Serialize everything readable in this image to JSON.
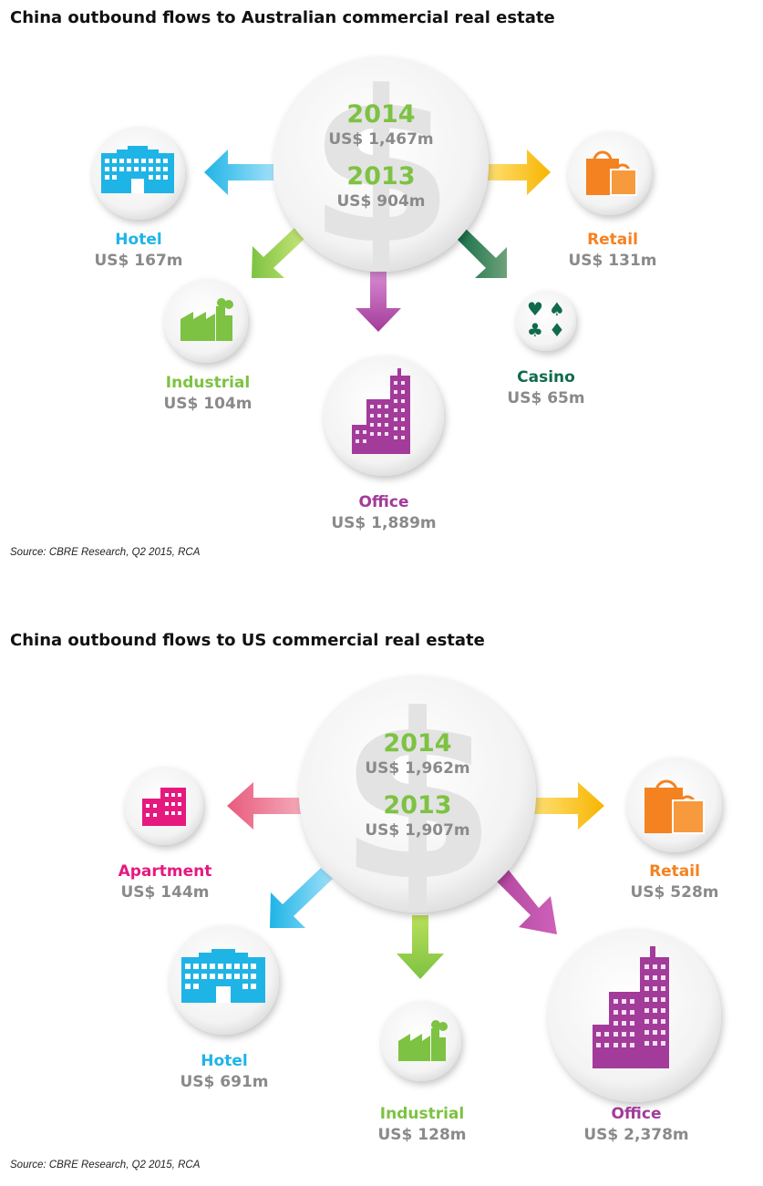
{
  "colors": {
    "hotel": "#1fb4e6",
    "retail": "#f58220",
    "industrial": "#7dc242",
    "casino": "#0f6b4a",
    "office": "#a23b9a",
    "apartment": "#e6197f",
    "year": "#7dc242",
    "value": "#8a8a8a"
  },
  "australia": {
    "title": "China outbound flows to Australian commercial real estate",
    "source": "Source: CBRE Research, Q2 2015, RCA",
    "center": {
      "icon": "dollar-icon",
      "year1": "2014",
      "total1": "US$ 1,467m",
      "year2": "2013",
      "total2": "US$ 904m"
    },
    "sectors": {
      "hotel": {
        "label": "Hotel",
        "value": "US$ 167m",
        "icon": "hotel-building-icon"
      },
      "retail": {
        "label": "Retail",
        "value": "US$ 131m",
        "icon": "shopping-bags-icon"
      },
      "industrial": {
        "label": "Industrial",
        "value": "US$ 104m",
        "icon": "factory-icon"
      },
      "casino": {
        "label": "Casino",
        "value": "US$ 65m",
        "icon": "card-suits-icon"
      },
      "office": {
        "label": "Office",
        "value": "US$ 1,889m",
        "icon": "office-tower-icon"
      }
    }
  },
  "us": {
    "title": "China outbound flows to US commercial real estate",
    "source": "Source: CBRE Research, Q2 2015, RCA",
    "center": {
      "icon": "dollar-icon",
      "year1": "2014",
      "total1": "US$ 1,962m",
      "year2": "2013",
      "total2": "US$ 1,907m"
    },
    "sectors": {
      "apartment": {
        "label": "Apartment",
        "value": "US$ 144m",
        "icon": "apartment-building-icon"
      },
      "retail": {
        "label": "Retail",
        "value": "US$ 528m",
        "icon": "shopping-bags-icon"
      },
      "hotel": {
        "label": "Hotel",
        "value": "US$ 691m",
        "icon": "hotel-building-icon"
      },
      "industrial": {
        "label": "Industrial",
        "value": "US$ 128m",
        "icon": "factory-icon"
      },
      "office": {
        "label": "Office",
        "value": "US$ 2,378m",
        "icon": "office-tower-icon"
      }
    }
  }
}
